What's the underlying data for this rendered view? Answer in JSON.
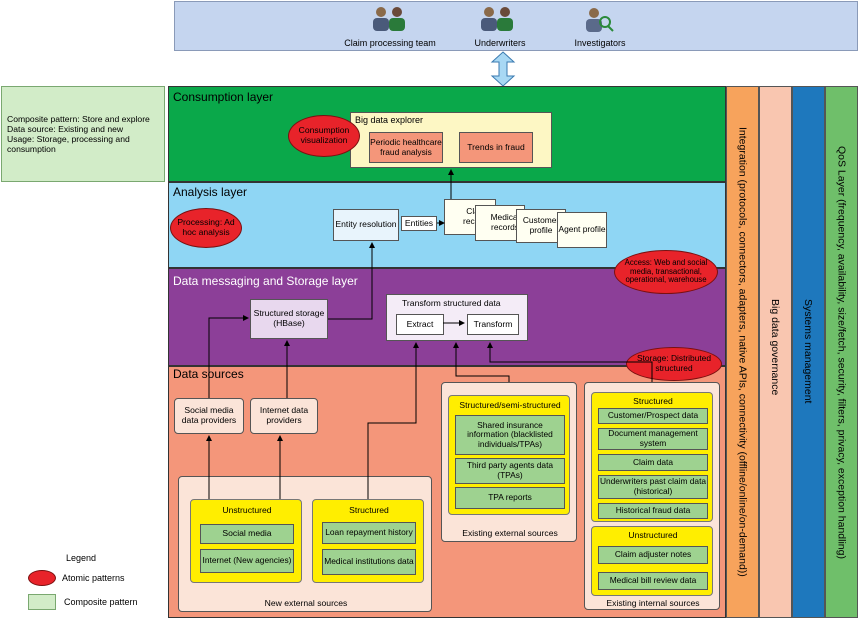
{
  "users": {
    "claim_team": "Claim processing team",
    "underwriters": "Underwriters",
    "investigators": "Investigators",
    "icon_people": "people-icon",
    "icon_investigator": "investigator-icon"
  },
  "composite_info": {
    "line1": "Composite pattern: Store and explore",
    "line2": "Data source: Existing and new",
    "line3": "Usage: Storage, processing and consumption"
  },
  "layers": {
    "consumption": "Consumption layer",
    "analysis": "Analysis layer",
    "messaging": "Data messaging and Storage layer",
    "sources": "Data sources"
  },
  "atomic": {
    "consumption": "Consumption visualization",
    "processing": "Processing: Ad hoc analysis",
    "access": "Access: Web and social media, transactional, operational, warehouse",
    "storage": "Storage: Distributed structured"
  },
  "explorer": {
    "title": "Big data explorer",
    "periodic": "Periodic healthcare fraud analysis",
    "trends": "Trends in fraud"
  },
  "analysis": {
    "entity_resolution": "Entity resolution",
    "entities": "Entities",
    "docs": [
      "Claim records",
      "Medical records",
      "Customer profile",
      "Agent profile"
    ]
  },
  "storage": {
    "hbase": "Structured storage (HBase)",
    "transform_title": "Transform structured data",
    "extract": "Extract",
    "transform": "Transform"
  },
  "sources": {
    "social_providers": "Social media data providers",
    "internet_providers": "Internet data providers",
    "new_external": {
      "caption": "New external sources",
      "unstructured_title": "Unstructured",
      "unstructured_items": [
        "Social media",
        "Internet (New agencies)"
      ],
      "structured_title": "Structured",
      "structured_items": [
        "Loan repayment history",
        "Medical institutions data"
      ]
    },
    "existing_external": {
      "caption": "Existing external sources",
      "title": "Structured/semi-structured",
      "items": [
        "Shared insurance information (blacklisted individuals/TPAs)",
        "Third party agents data (TPAs)",
        "TPA reports"
      ]
    },
    "existing_internal": {
      "caption": "Existing internal sources",
      "structured_title": "Structured",
      "structured_items": [
        "Customer/Prospect data",
        "Document management system",
        "Claim data",
        "Underwriters past claim data (historical)",
        "Historical fraud data"
      ],
      "unstructured_title": "Unstructured",
      "unstructured_items": [
        "Claim adjuster notes",
        "Medical bill review data"
      ]
    }
  },
  "side_bars": {
    "integration": "Integration (protocols, connectors, adapters, native APIs, connectivity (offline/online/on-demand))",
    "governance": "Big data governance",
    "systems": "Systems management",
    "qos": "QoS Layer (frequency, availability, size/fetch, security, filters, privacy, exception handling)"
  },
  "legend": {
    "title": "Legend",
    "atomic": "Atomic patterns",
    "composite": "Composite pattern"
  },
  "colors": {
    "users_bg": "#c5d5ef",
    "consumption": "#0aa84a",
    "analysis": "#8fd6f4",
    "messaging": "#8c3f98",
    "sources": "#f4967a",
    "atomic_red": "#e8232a",
    "composite_green": "#d2ecc8",
    "yellow": "#ffee00",
    "item_green": "#9ed290",
    "integration": "#f7a35c",
    "governance": "#f9c6b0",
    "systems": "#1e78bd",
    "qos": "#6fbf6a"
  }
}
